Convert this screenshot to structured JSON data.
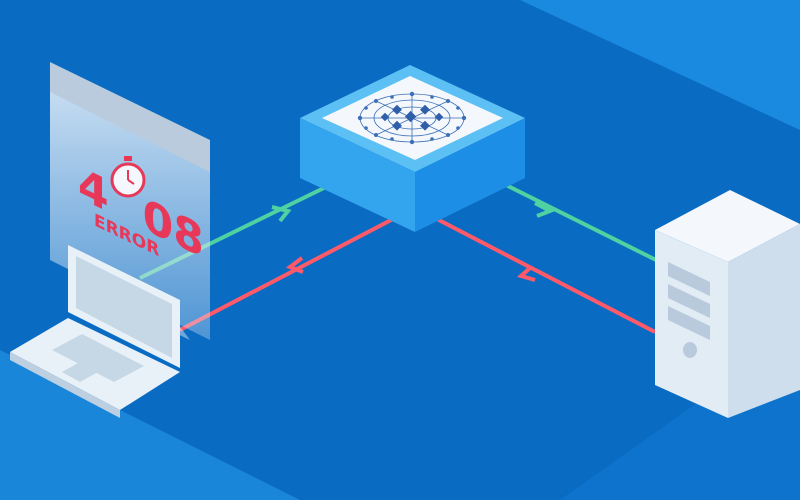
{
  "error": {
    "code_first": "4",
    "code_last": "08",
    "label": "ERROR"
  },
  "colors": {
    "background": "#0b6fc6",
    "request_line": "#4fd1a1",
    "response_line": "#ff5a6a",
    "error_text": "#e8385a",
    "device": "#e9f1f8"
  },
  "icons": [
    "laptop-icon",
    "stopwatch-icon",
    "network-switch-icon",
    "server-tower-icon"
  ]
}
